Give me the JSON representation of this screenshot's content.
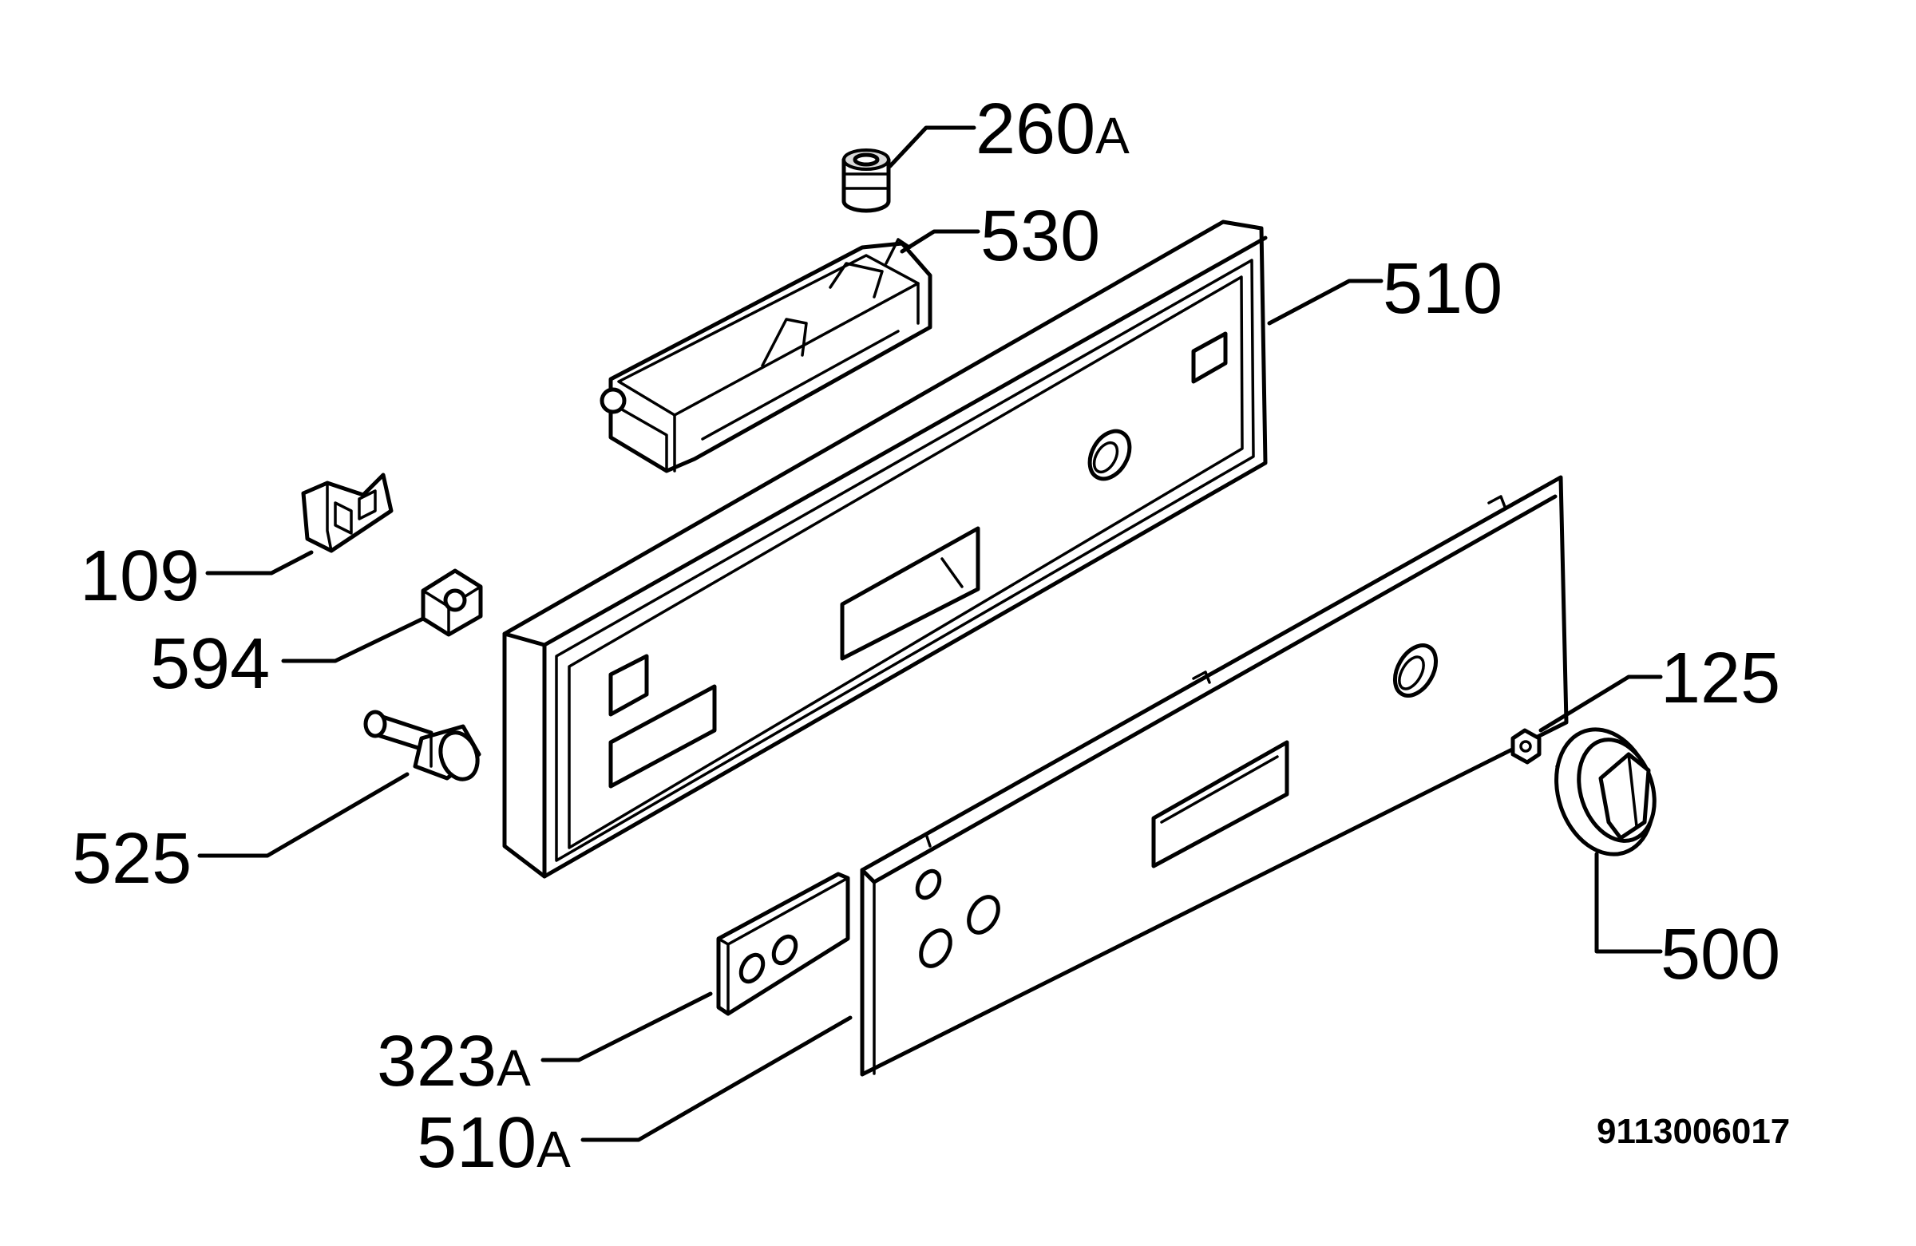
{
  "diagram": {
    "document_number": "9113006017",
    "callouts": [
      {
        "id": "260A",
        "number": "260",
        "suffix": "A"
      },
      {
        "id": "530",
        "number": "530",
        "suffix": ""
      },
      {
        "id": "510",
        "number": "510",
        "suffix": ""
      },
      {
        "id": "109",
        "number": "109",
        "suffix": ""
      },
      {
        "id": "594",
        "number": "594",
        "suffix": ""
      },
      {
        "id": "525",
        "number": "525",
        "suffix": ""
      },
      {
        "id": "125",
        "number": "125",
        "suffix": ""
      },
      {
        "id": "500",
        "number": "500",
        "suffix": ""
      },
      {
        "id": "323A",
        "number": "323",
        "suffix": "A"
      },
      {
        "id": "510A",
        "number": "510",
        "suffix": "A"
      }
    ]
  }
}
